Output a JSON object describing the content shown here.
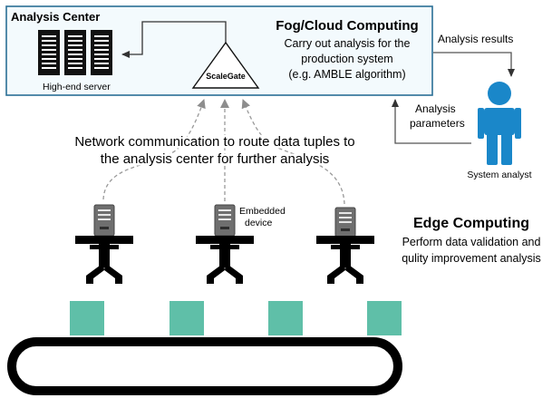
{
  "analysis_center": {
    "title": "Analysis Center",
    "server_label": "High-end server",
    "gateway_label": "ScaleGate"
  },
  "fog": {
    "title": "Fog/Cloud Computing",
    "line1": "Carry out analysis for the",
    "line2": "production system",
    "line3": "(e.g. AMBLE algorithm)"
  },
  "flows": {
    "results_label": "Analysis results",
    "params_line1": "Analysis",
    "params_line2": "parameters"
  },
  "analyst": {
    "label": "System analyst"
  },
  "network": {
    "line1": "Network communication to route data  tuples to",
    "line2": "the analysis center for further analysis"
  },
  "device": {
    "line1": "Embedded",
    "line2": "device"
  },
  "edge": {
    "title": "Edge Computing",
    "line1": "Perform data validation and",
    "line2": "qulity improvement analysis"
  },
  "colors": {
    "panel_fill": "#f3fafd",
    "panel_stroke": "#2b6f96",
    "analyst_blue": "#1a87c9",
    "item_green": "#5fbfa8",
    "device_gray": "#6f6f6f",
    "dash_gray": "#9a9a9a"
  },
  "icons": [
    "server-rack-icon",
    "gateway-triangle-icon",
    "person-icon",
    "embedded-device-icon",
    "workbench-icon"
  ]
}
